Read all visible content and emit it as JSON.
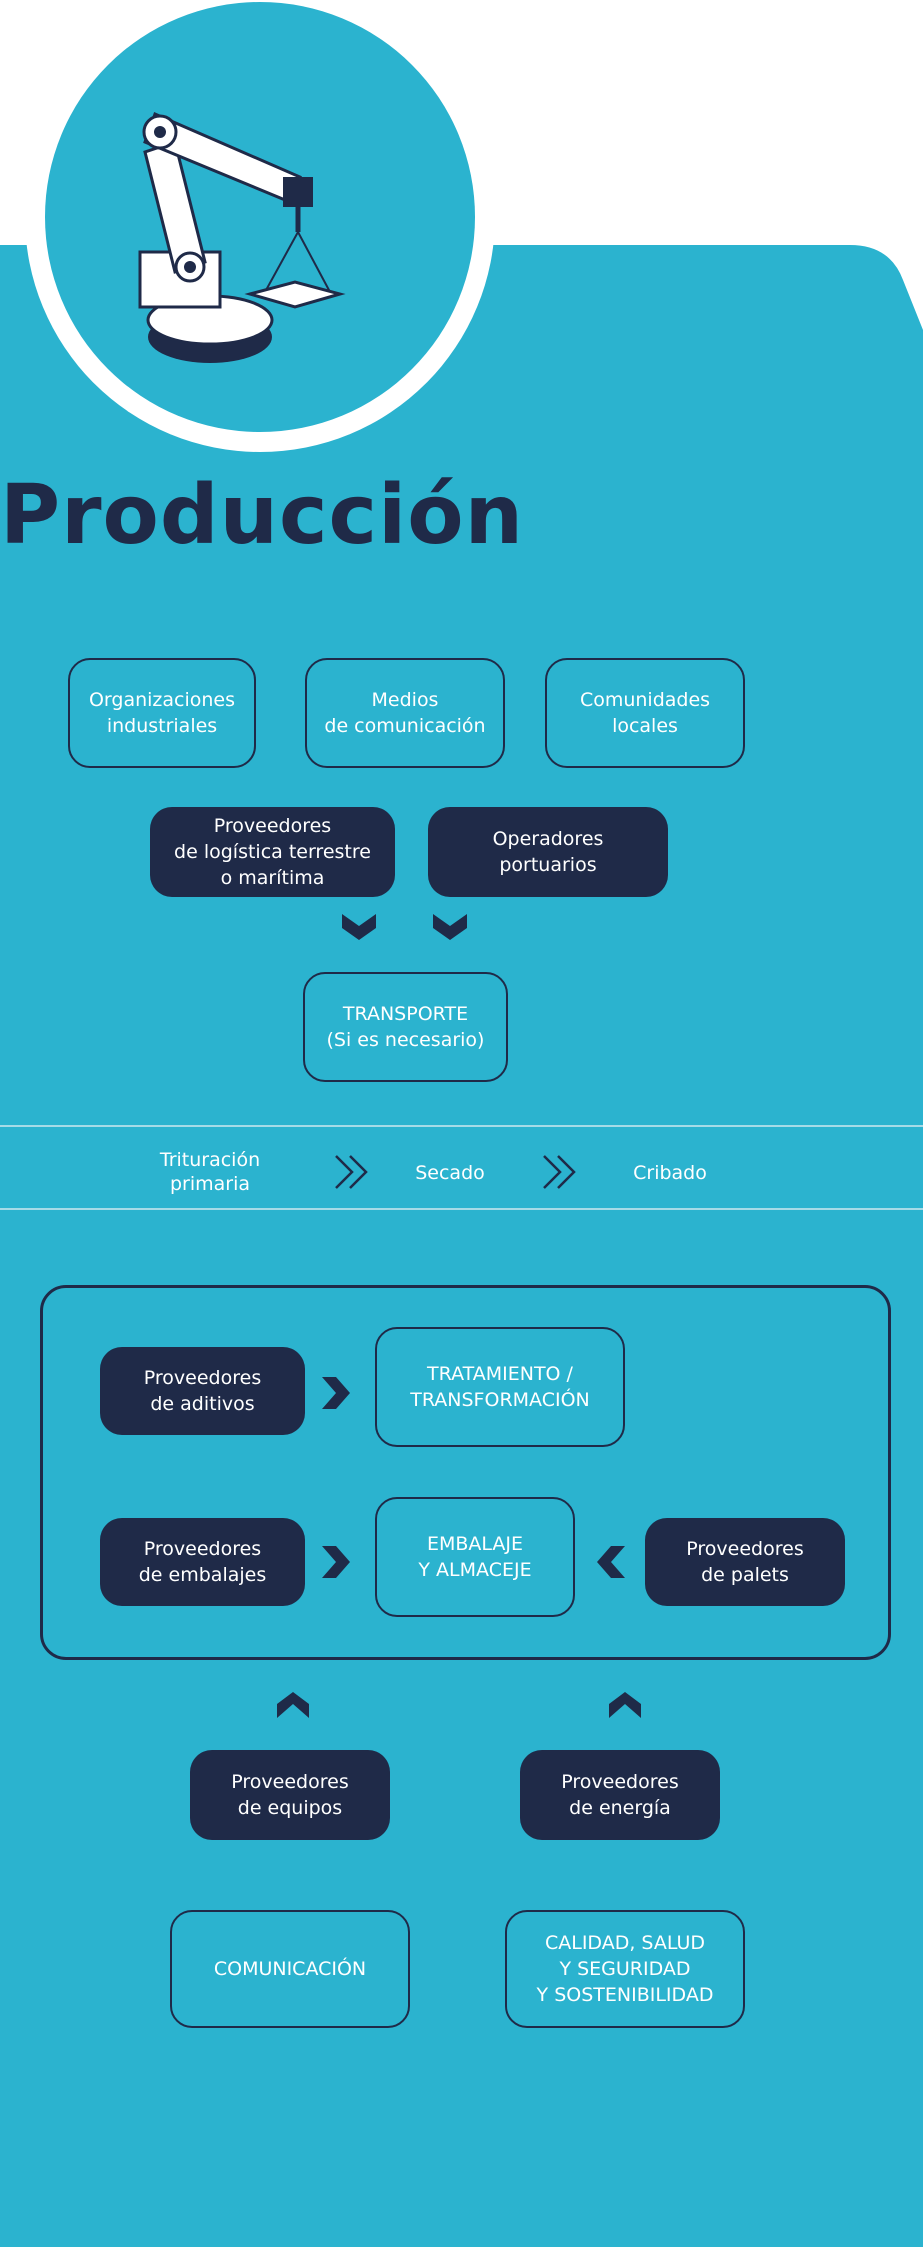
{
  "title": "Producción",
  "colors": {
    "panel": "#2bb3cf",
    "navy": "#1f2a48",
    "white": "#ffffff"
  },
  "icon": "robotic-arm-icon",
  "stakeholders_top": [
    "Organizaciones\nindustriales",
    "Medios\nde comunicación",
    "Comunidades\nlocales"
  ],
  "suppliers_top": [
    "Proveedores\nde logística terrestre\no marítima",
    "Operadores\nportuarios"
  ],
  "transport": "TRANSPORTE\n(Si es necesario)",
  "process_steps": [
    "Trituración\nprimaria",
    "Secado",
    "Cribado"
  ],
  "stage_boxes": {
    "treatment": "TRATAMIENTO /\nTRANSFORMACIÓN",
    "packaging": "EMBALAJE\nY ALMACEJE"
  },
  "stage_suppliers": {
    "additives": "Proveedores\nde aditivos",
    "packaging": "Proveedores\nde embalajes",
    "pallets": "Proveedores\nde palets"
  },
  "bottom_suppliers": [
    "Proveedores\nde equipos",
    "Proveedores\nde energía"
  ],
  "cross_functions": [
    "COMUNICACIÓN",
    "CALIDAD, SALUD\nY SEGURIDAD\nY SOSTENIBILIDAD"
  ]
}
